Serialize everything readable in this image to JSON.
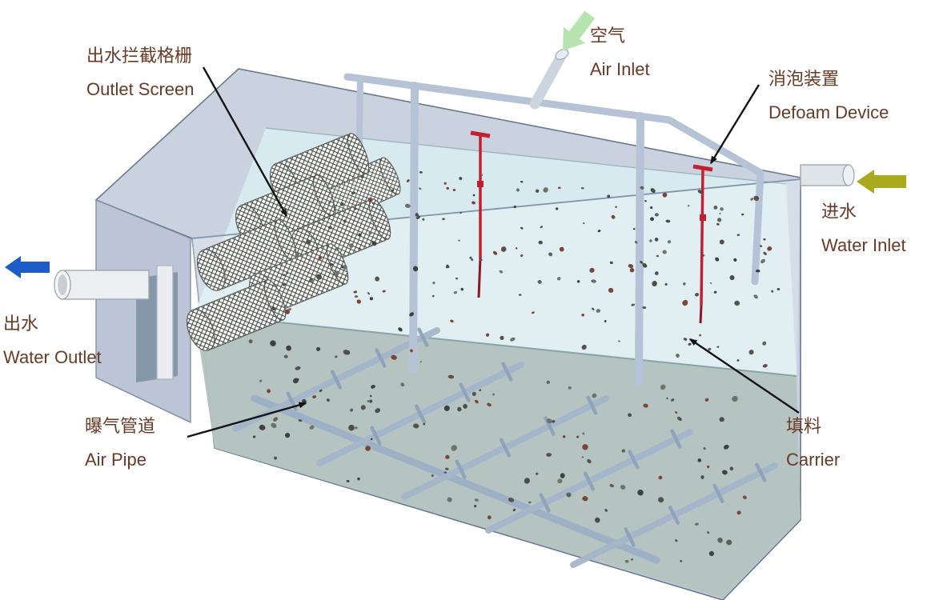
{
  "diagram": {
    "labels": {
      "outlet_screen": {
        "zh": "出水拦截格栅",
        "en": "Outlet Screen"
      },
      "air_inlet": {
        "zh": "空气",
        "en": "Air Inlet"
      },
      "defoam_device": {
        "zh": "消泡装置",
        "en": "Defoam Device"
      },
      "water_inlet": {
        "zh": "进水",
        "en": "Water Inlet"
      },
      "water_outlet": {
        "zh": "出水",
        "en": "Water Outlet"
      },
      "air_pipe": {
        "zh": "曝气管道",
        "en": "Air Pipe"
      },
      "carrier": {
        "zh": "填料",
        "en": "Carrier"
      }
    },
    "colors": {
      "label_text": "#6b3a26",
      "pointer_arrow": "#141414",
      "air_inlet_arrow_green": "#b7e3ae",
      "water_inlet_arrow_olive": "#a9aa1c",
      "water_outlet_arrow_blue": "#1e5cc8",
      "tank_wall": "#c5cedd",
      "water_surface": "#d8ecf0",
      "underwater": "#b3c3bf",
      "pipes": "#b6c3d6",
      "defoam_red": "#c2202f"
    },
    "carriers": {
      "surface_count": 180,
      "under_count": 120,
      "palette": [
        "#4b4f4a",
        "#5c6159",
        "#3e423e",
        "#6e7268",
        "#57514b",
        "#7a463a"
      ]
    }
  }
}
